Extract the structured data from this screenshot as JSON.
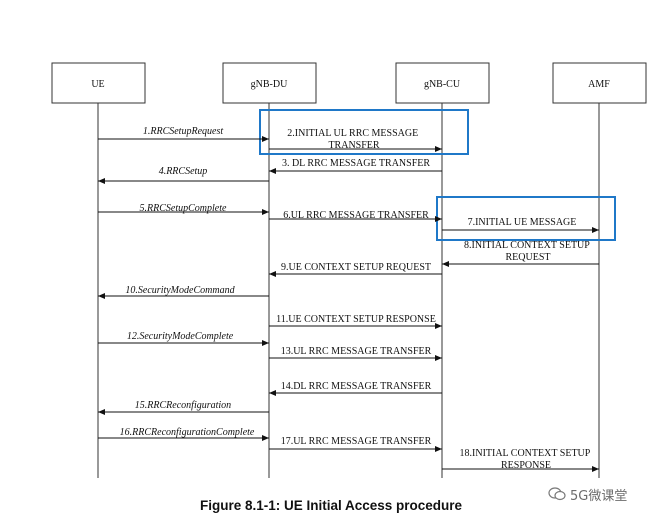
{
  "nodes": [
    {
      "id": "ue",
      "label": "UE"
    },
    {
      "id": "du",
      "label": "gNB-DU"
    },
    {
      "id": "cu",
      "label": "gNB-CU"
    },
    {
      "id": "amf",
      "label": "AMF"
    }
  ],
  "messages": [
    {
      "label": "1.RRCSetupRequest",
      "from": "ue",
      "to": "du",
      "italic": true
    },
    {
      "label": "2.INITIAL UL RRC MESSAGE TRANSFER",
      "from": "du",
      "to": "cu",
      "italic": false
    },
    {
      "label": "3. DL RRC MESSAGE TRANSFER",
      "from": "cu",
      "to": "du",
      "italic": false
    },
    {
      "label": "4.RRCSetup",
      "from": "du",
      "to": "ue",
      "italic": true
    },
    {
      "label": "5.RRCSetupComplete",
      "from": "ue",
      "to": "du",
      "italic": true
    },
    {
      "label": "6.UL RRC MESSAGE TRANSFER",
      "from": "du",
      "to": "cu",
      "italic": false
    },
    {
      "label": "7.INITIAL UE MESSAGE",
      "from": "cu",
      "to": "amf",
      "italic": false
    },
    {
      "label": "8.INITIAL CONTEXT SETUP REQUEST",
      "from": "amf",
      "to": "cu",
      "italic": false
    },
    {
      "label": "9.UE CONTEXT SETUP REQUEST",
      "from": "cu",
      "to": "du",
      "italic": false
    },
    {
      "label": "10.SecurityModeCommand",
      "from": "du",
      "to": "ue",
      "italic": true
    },
    {
      "label": "11.UE CONTEXT SETUP RESPONSE",
      "from": "du",
      "to": "cu",
      "italic": false
    },
    {
      "label": "12.SecurityModeComplete",
      "from": "ue",
      "to": "du",
      "italic": true
    },
    {
      "label": "13.UL RRC MESSAGE TRANSFER",
      "from": "du",
      "to": "cu",
      "italic": false
    },
    {
      "label": "14.DL RRC MESSAGE TRANSFER",
      "from": "cu",
      "to": "du",
      "italic": false
    },
    {
      "label": "15.RRCReconfiguration",
      "from": "du",
      "to": "ue",
      "italic": true
    },
    {
      "label": "16.RRCReconfigurationComplete",
      "from": "ue",
      "to": "du",
      "italic": true
    },
    {
      "label": "17.UL RRC MESSAGE TRANSFER",
      "from": "du",
      "to": "cu",
      "italic": false
    },
    {
      "label": "18.INITIAL CONTEXT SETUP RESPONSE",
      "from": "cu",
      "to": "amf",
      "italic": false
    }
  ],
  "highlight_color": "#1f78c8",
  "caption": "Figure 8.1-1: UE Initial Access procedure",
  "watermark": "5G微课堂"
}
